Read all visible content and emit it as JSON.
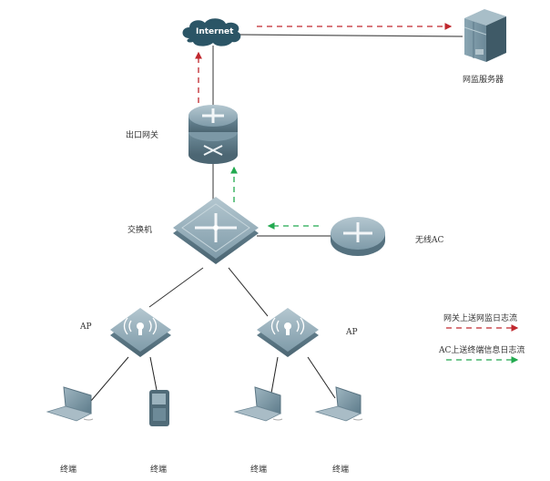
{
  "diagram": {
    "nodes": {
      "internet": {
        "label": "Internet"
      },
      "server": {
        "label": "网监服务器"
      },
      "gateway": {
        "label": "出口网关"
      },
      "switch": {
        "label": "交换机"
      },
      "wireless_ac": {
        "label": "无线AC"
      },
      "ap_left": {
        "label": "AP"
      },
      "ap_right": {
        "label": "AP"
      },
      "terminal_1": {
        "label": "终端",
        "kind": "laptop"
      },
      "terminal_2": {
        "label": "终端",
        "kind": "pda"
      },
      "terminal_3": {
        "label": "终端",
        "kind": "laptop"
      },
      "terminal_4": {
        "label": "终端",
        "kind": "laptop"
      }
    },
    "links": [
      {
        "from": "internet",
        "to": "server"
      },
      {
        "from": "internet",
        "to": "gateway"
      },
      {
        "from": "gateway",
        "to": "switch"
      },
      {
        "from": "switch",
        "to": "wireless_ac"
      },
      {
        "from": "switch",
        "to": "ap_left"
      },
      {
        "from": "switch",
        "to": "ap_right"
      },
      {
        "from": "ap_left",
        "to": "terminal_1"
      },
      {
        "from": "ap_left",
        "to": "terminal_2"
      },
      {
        "from": "ap_right",
        "to": "terminal_3"
      },
      {
        "from": "ap_right",
        "to": "terminal_4"
      }
    ],
    "flows": [
      {
        "from": "gateway",
        "to": "internet",
        "type": "gateway_log"
      },
      {
        "from": "internet",
        "to": "server",
        "type": "gateway_log"
      },
      {
        "from": "switch",
        "to": "gateway",
        "type": "ac_log"
      },
      {
        "from": "wireless_ac",
        "to": "switch",
        "type": "ac_log"
      }
    ],
    "legend": [
      {
        "label": "网关上送网监日志流",
        "type": "gateway_log",
        "color": "#c0272d"
      },
      {
        "label": "AC上送终端信息日志流",
        "type": "ac_log",
        "color": "#22a94f"
      }
    ],
    "colors": {
      "cloud": "#2b5566",
      "device_top": "#8ea9b6",
      "device_side": "#5f7d8c",
      "link": "#333333"
    }
  }
}
